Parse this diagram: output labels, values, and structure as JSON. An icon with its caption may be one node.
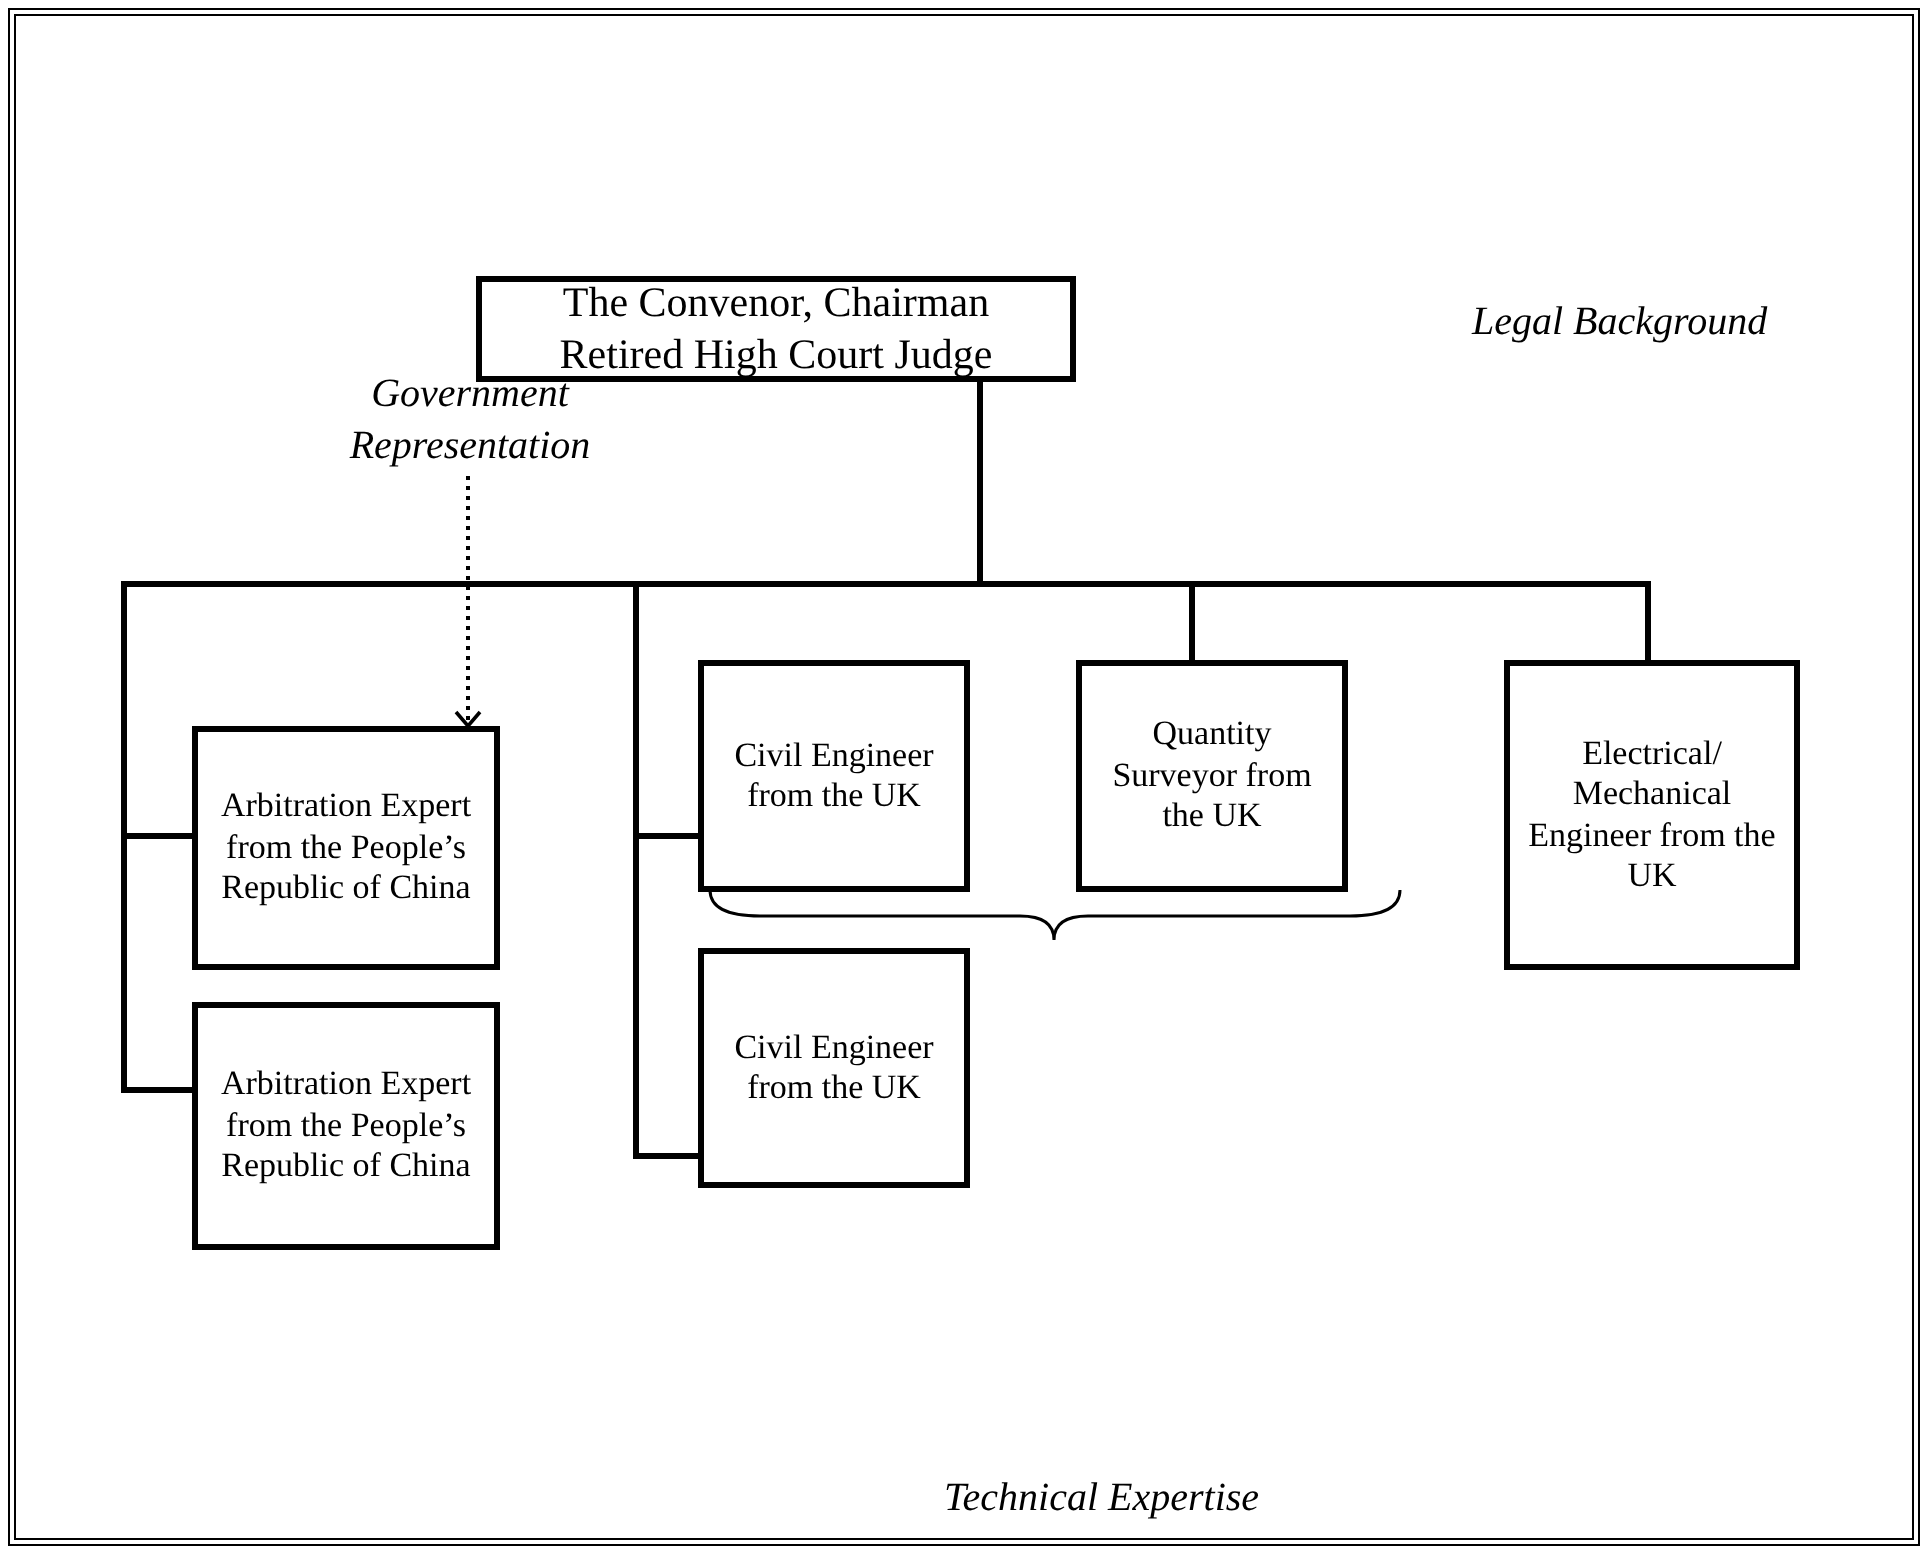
{
  "diagram": {
    "nodes": [
      {
        "text": [
          "The Convenor, Chairman Retired High Court Judge"
        ]
      },
      {
        "text": [
          "Government Representation"
        ]
      },
      {
        "text": [
          "Arbitration Expert from the People’s Republic of China"
        ]
      },
      {
        "text": [
          "Civil Engineer from the UK"
        ]
      },
      {
        "text": [
          "Quantity Surveyor from the UK"
        ]
      },
      {
        "text": [
          "Electrical/ Mechanical Engineer from the UK"
        ]
      },
      {
        "text": [
          "Arbitration Expert from the People’s Republic of China"
        ]
      },
      {
        "text": [
          "Civil Engineer from the UK"
        ]
      }
    ],
    "edges": [
      {
        "from": 0,
        "to": 2,
        "arrow": "none"
      },
      {
        "from": 0,
        "to": 6,
        "arrow": "none"
      },
      {
        "from": 0,
        "to": 3,
        "arrow": "none"
      },
      {
        "from": 0,
        "to": 7,
        "arrow": "none"
      },
      {
        "from": 0,
        "to": 4,
        "arrow": "none"
      },
      {
        "from": 0,
        "to": 5,
        "arrow": "none"
      },
      {
        "from": 1,
        "to": 2,
        "arrow": "to",
        "style": "dashed"
      }
    ],
    "labels": [
      "Legal Background",
      "Technical Expertise"
    ]
  }
}
